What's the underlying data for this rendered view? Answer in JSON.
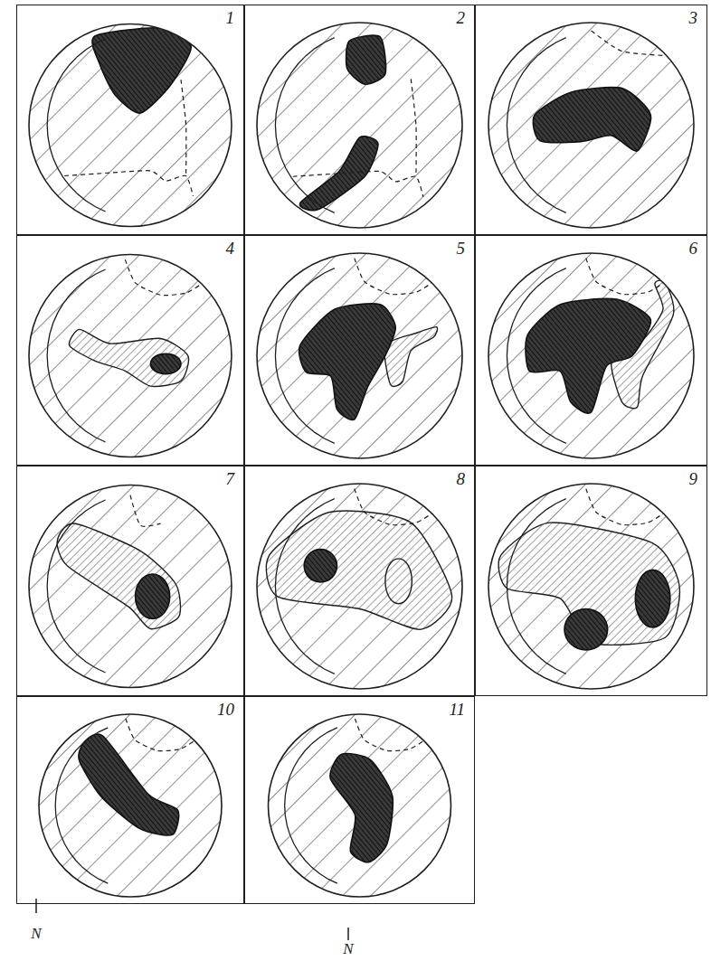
{
  "diagram": {
    "nodes": [
      {
        "text": [
          "1"
        ]
      },
      {
        "text": [
          "2"
        ]
      },
      {
        "text": [
          "3"
        ]
      },
      {
        "text": [
          "4"
        ]
      },
      {
        "text": [
          "5"
        ]
      },
      {
        "text": [
          "6"
        ]
      },
      {
        "text": [
          "7"
        ]
      },
      {
        "text": [
          "8"
        ]
      },
      {
        "text": [
          "9"
        ]
      },
      {
        "text": [
          "10"
        ]
      },
      {
        "text": [
          "11"
        ]
      }
    ],
    "labels": [
      "N",
      "N"
    ]
  }
}
